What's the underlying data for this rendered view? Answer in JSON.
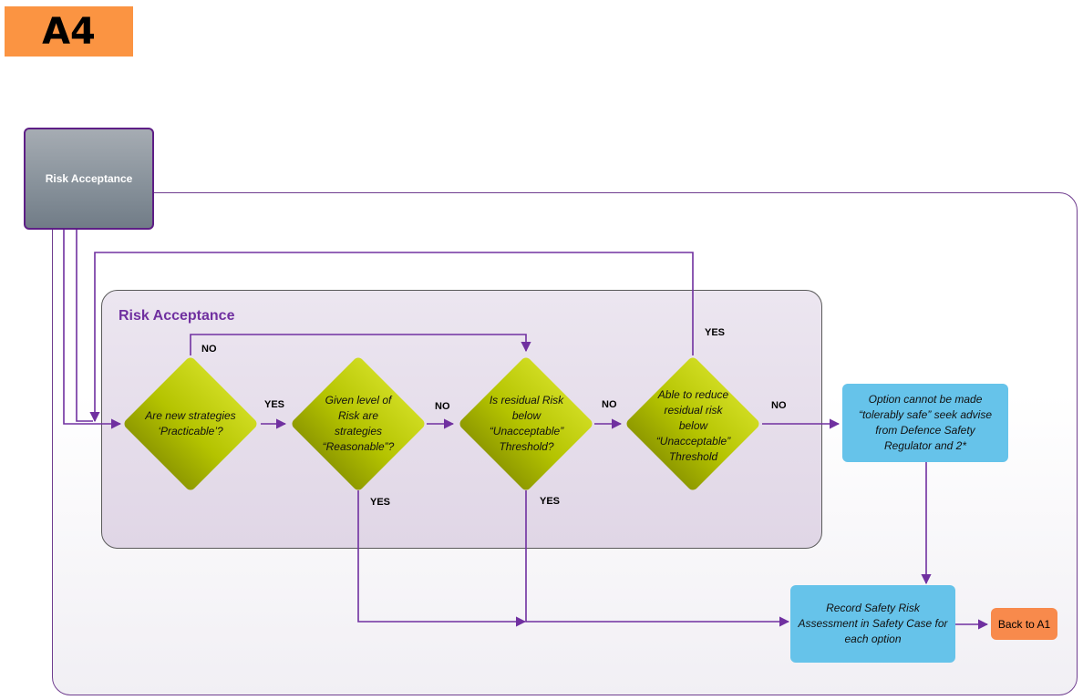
{
  "page_tag": "A4",
  "header_box": "Risk Acceptance",
  "inner_panel_title": "Risk Acceptance",
  "decisions": [
    "Are new strategies ‘Practicable’?",
    "Given level of Risk are strategies “Reasonable”?",
    "Is residual Risk below “Unacceptable” Threshold?",
    "Able to reduce residual risk below “Unacceptable” Threshold"
  ],
  "labels": {
    "no_top": "NO",
    "yes_top": "YES",
    "yes_1": "YES",
    "no_2": "NO",
    "no_3": "NO",
    "no_4": "NO",
    "yes_2_down": "YES",
    "yes_3_down": "YES"
  },
  "process": {
    "tolerably_safe": "Option cannot be made “tolerably safe” seek advise from Defence Safety Regulator and 2*",
    "record": "Record Safety Risk Assessment in Safety Case for each option"
  },
  "back_button": "Back to A1",
  "colors": {
    "connector": "#7030a0",
    "decision_fill": "#b4c300",
    "process_fill": "#66c3ea",
    "page_tag": "#fb9442",
    "back_button": "#f88a4c"
  }
}
